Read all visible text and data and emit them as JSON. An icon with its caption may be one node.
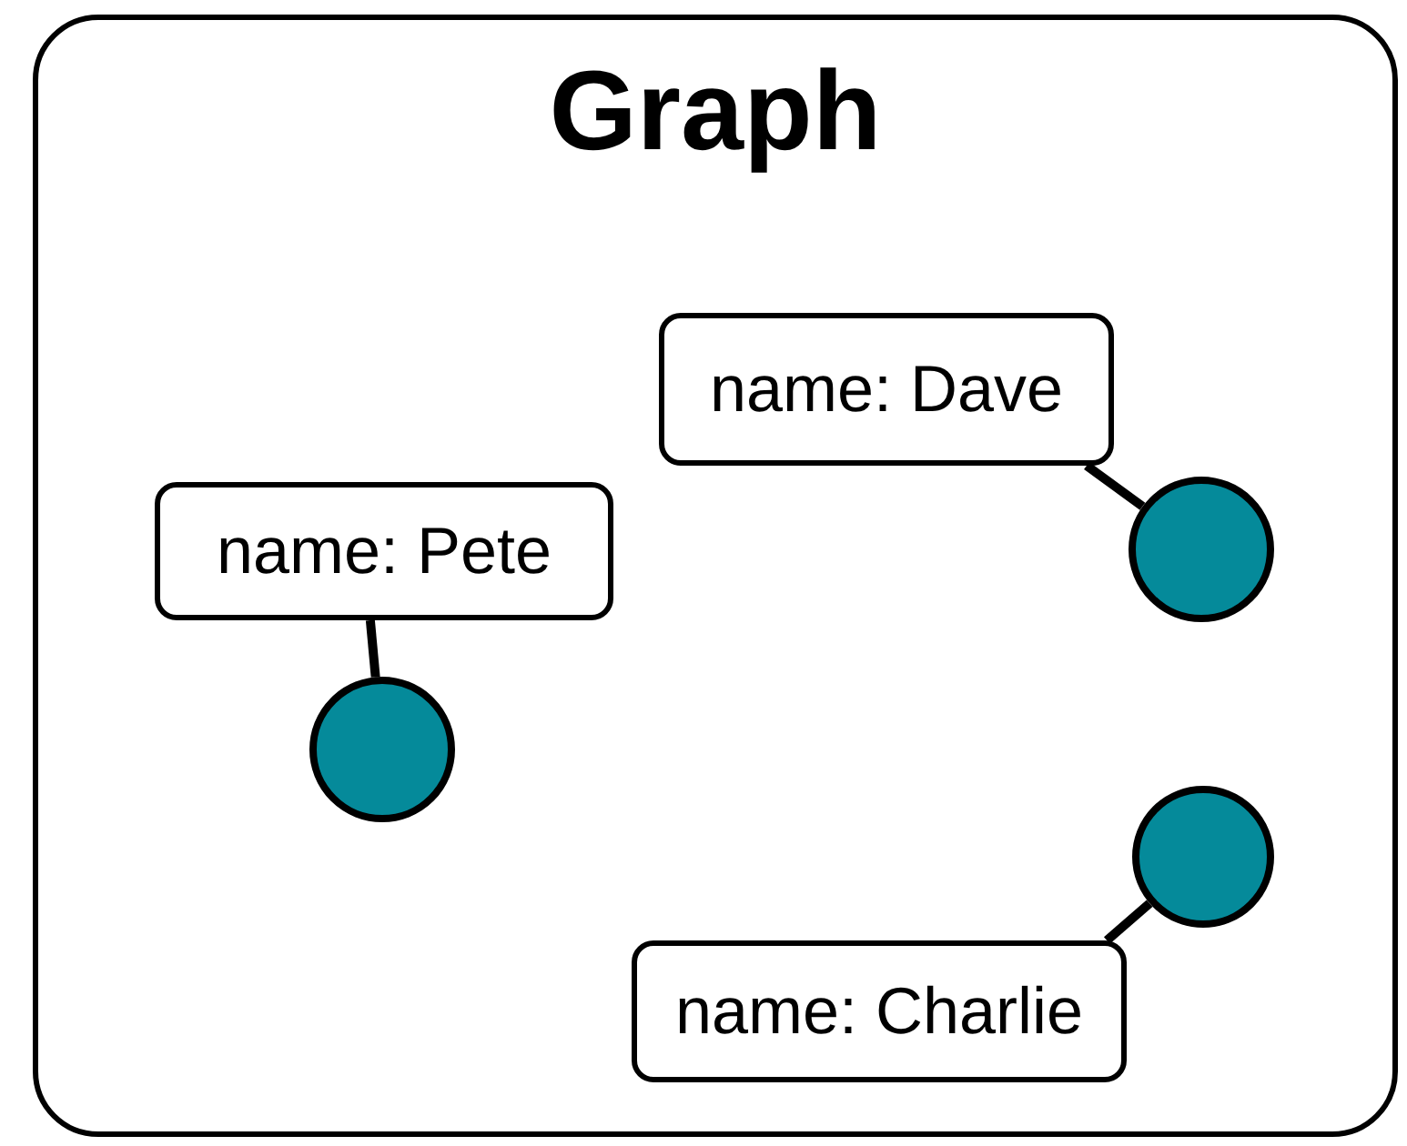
{
  "diagram": {
    "nodes": [
      {
        "text": [
          "Graph"
        ]
      },
      {
        "text": [
          "name: Dave"
        ],
        "in": 0
      },
      {
        "text": [],
        "shape": "circle",
        "in": 0
      },
      {
        "text": [
          "name: Pete"
        ],
        "in": 0
      },
      {
        "text": [],
        "shape": "circle",
        "in": 0
      },
      {
        "text": [],
        "shape": "circle",
        "in": 0
      },
      {
        "text": [
          "name: Charlie"
        ],
        "in": 0
      }
    ],
    "edges": [
      {
        "from": 1,
        "to": 2,
        "arrow": "none"
      },
      {
        "from": 3,
        "to": 4,
        "arrow": "none"
      },
      {
        "from": 6,
        "to": 5,
        "arrow": "none"
      }
    ]
  }
}
